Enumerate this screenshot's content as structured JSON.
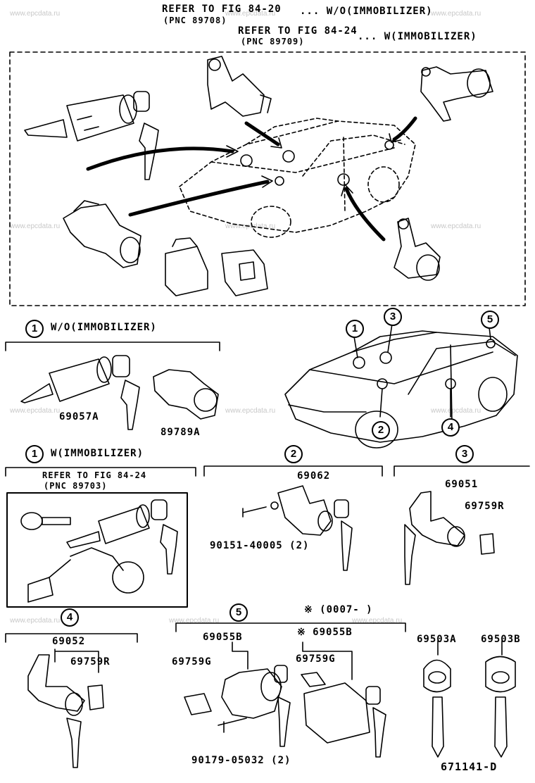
{
  "header": {
    "line1": "REFER TO FIG 84-20",
    "line1_suffix": "... W/O(IMMOBILIZER)",
    "line2": "(PNC 89708)",
    "line3": "REFER TO FIG 84-24",
    "line3_suffix": "... W(IMMOBILIZER)",
    "line4": "(PNC 89709)"
  },
  "watermark": "www.epcdata.ru",
  "sections": {
    "s1a": {
      "num": "1",
      "title": "W/O(IMMOBILIZER)"
    },
    "s1b": {
      "num": "1",
      "title": "W(IMMOBILIZER)",
      "ref": "REFER TO FIG 84-24",
      "pnc": "(PNC 89703)"
    },
    "s2": {
      "num": "2"
    },
    "s3": {
      "num": "3"
    },
    "s4": {
      "num": "4"
    },
    "s5": {
      "num": "5",
      "note": "※ (0007-      )"
    }
  },
  "car_callouts": [
    "1",
    "2",
    "3",
    "4",
    "5"
  ],
  "parts": {
    "p69057A": "69057A",
    "p89789A": "89789A",
    "p69062": "69062",
    "p90151": "90151-40005 (2)",
    "p69051": "69051",
    "p69759R": "69759R",
    "p69052": "69052",
    "p69759R2": "69759R",
    "p69055B1": "69055B",
    "p69055B2": "※ 69055B",
    "p69759G1": "69759G",
    "p69759G2": "69759G",
    "p90179": "90179-05032 (2)",
    "p69503A": "69503A",
    "p69503B": "69503B"
  },
  "figure_id": "671141-D"
}
